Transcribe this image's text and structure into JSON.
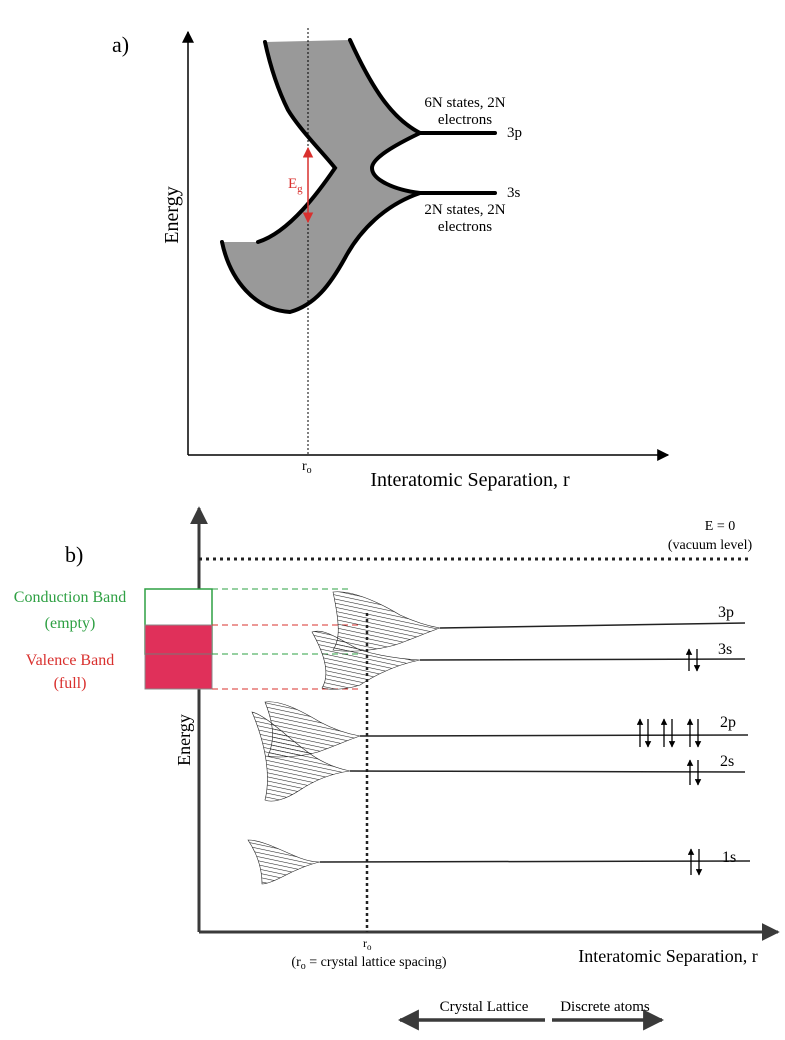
{
  "panel_a": {
    "label": "a)",
    "y_axis_label": "Energy",
    "x_axis_label": "Interatomic Separation, r",
    "r0_label": "r",
    "r0_sub": "o",
    "gap_label": "E",
    "gap_sub": "g",
    "level_3p": "3p",
    "level_3s": "3s",
    "states_3p_line1": "6N states, 2N",
    "states_3p_line2": "electrons",
    "states_3s_line1": "2N states, 2N",
    "states_3s_line2": "electrons",
    "colors": {
      "band_fill": "#999999",
      "gap_arrow": "#d9302e",
      "stroke": "#000000"
    }
  },
  "panel_b": {
    "label": "b)",
    "y_axis_label": "Energy",
    "x_axis_label": "Interatomic Separation, r",
    "vacuum_line1": "E = 0",
    "vacuum_line2": "(vacuum level)",
    "conduction_line1": "Conduction Band",
    "conduction_line2": "(empty)",
    "valence_line1": "Valence Band",
    "valence_line2": "(full)",
    "r0_label": "r",
    "r0_sub": "o",
    "r0_note_open": "(r",
    "r0_note_sub": "o",
    "r0_note_rest": " = crystal lattice spacing)",
    "levels": [
      "3p",
      "3s",
      "2p",
      "2s",
      "1s"
    ],
    "direction_left": "Crystal Lattice",
    "direction_right": "Discrete atoms",
    "colors": {
      "conduction": "#2ea043",
      "valence_fill": "#e0305a",
      "valence_text": "#d9302e",
      "axis": "#3a3a3a",
      "hatch": "#222222"
    }
  }
}
